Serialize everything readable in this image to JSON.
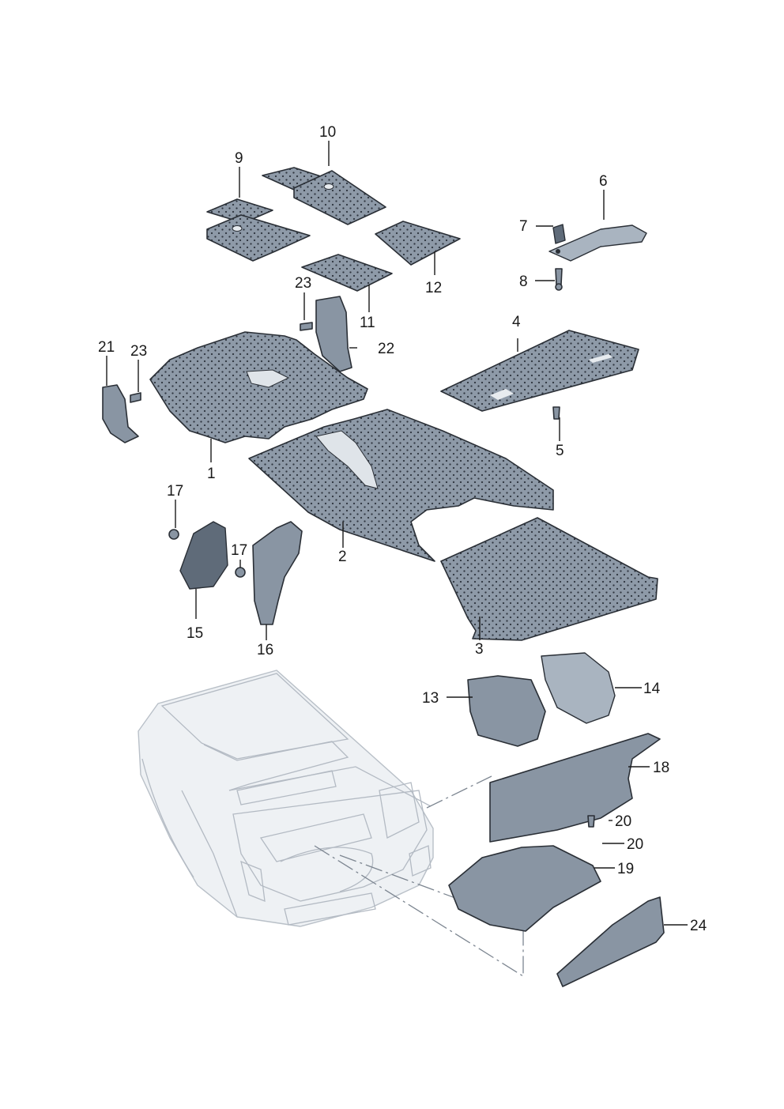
{
  "callouts": {
    "c1": "1",
    "c2": "2",
    "c3": "3",
    "c4": "4",
    "c5": "5",
    "c6": "6",
    "c7": "7",
    "c8": "8",
    "c9": "9",
    "c10": "10",
    "c11": "11",
    "c12": "12",
    "c13": "13",
    "c14": "14",
    "c15": "15",
    "c16": "16",
    "c17a": "17",
    "c17b": "17",
    "c18": "18",
    "c19": "19",
    "c20a": "20",
    "c20b": "20",
    "c21": "21",
    "c22": "22",
    "c23a": "23",
    "c23b": "23",
    "c24": "24"
  },
  "colors": {
    "part_fill": "#8995a3",
    "outline": "#2a2f36",
    "car_body": "#eef1f4"
  }
}
